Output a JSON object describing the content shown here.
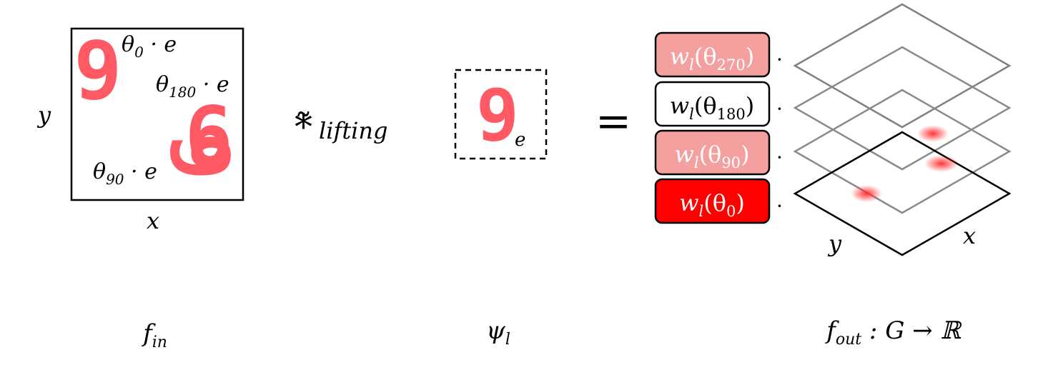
{
  "input": {
    "y_label": "y",
    "x_label": "x",
    "theta0": "θ",
    "theta0_sub": "0",
    "theta0_rest": " · e",
    "theta180": "θ",
    "theta180_sub": "180",
    "theta180_rest": " · e",
    "theta90": "θ",
    "theta90_sub": "90",
    "theta90_rest": " · e",
    "digit": "9",
    "caption": "f",
    "caption_sub": "in"
  },
  "operator": {
    "symbol": "*̃",
    "sub": "lifting"
  },
  "kernel": {
    "digit": "9",
    "sub": "e",
    "caption": "ψ",
    "caption_sub": "l"
  },
  "equals": "=",
  "weights": [
    {
      "w": "w",
      "w_sub": "l",
      "open": "(θ",
      "theta_sub": "270",
      "close": ")",
      "dot": "·",
      "fill": "#f4a09e",
      "text_color": "#ffffff"
    },
    {
      "w": "w",
      "w_sub": "l",
      "open": "(θ",
      "theta_sub": "180",
      "close": ")",
      "dot": "·",
      "fill": "#ffffff",
      "text_color": "#000000"
    },
    {
      "w": "w",
      "w_sub": "l",
      "open": "(θ",
      "theta_sub": "90",
      "close": ")",
      "dot": "·",
      "fill": "#f4a09e",
      "text_color": "#ffffff"
    },
    {
      "w": "w",
      "w_sub": "l",
      "open": "(θ",
      "theta_sub": "0",
      "close": ")",
      "dot": "·",
      "fill": "#ff0000",
      "text_color": "#ffffff"
    }
  ],
  "output": {
    "y_label": "y",
    "x_label": "x",
    "caption_f": "f",
    "caption_sub": "out",
    "caption_rest": " : G → ℝ"
  },
  "colors": {
    "digit": "#ff5a63",
    "highlight": "#ff3333"
  }
}
